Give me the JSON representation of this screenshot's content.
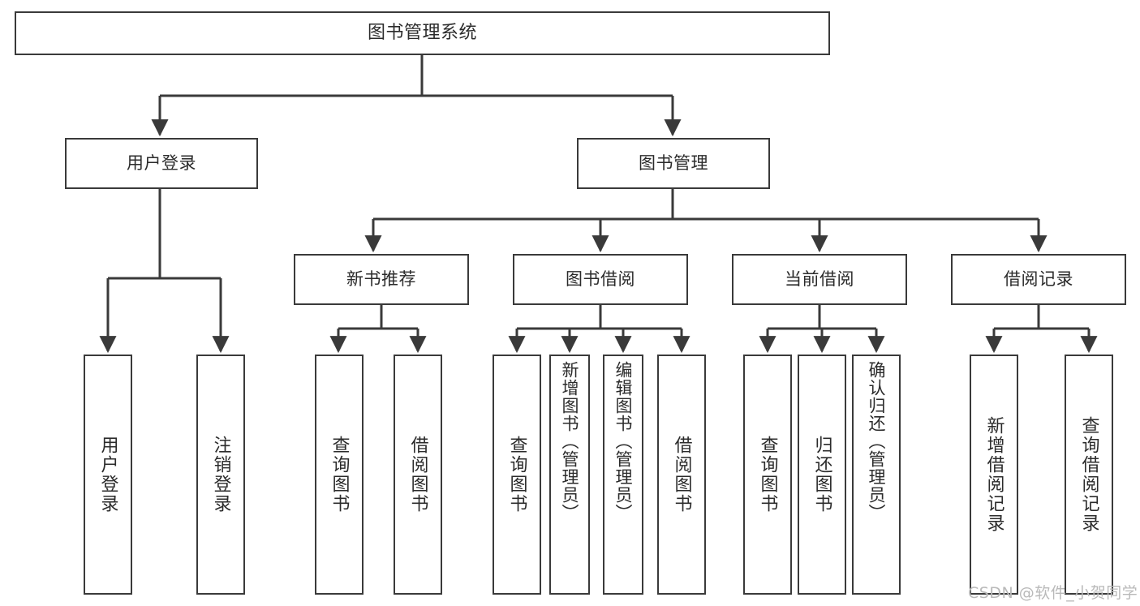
{
  "diagram": {
    "title": "图书管理系统",
    "type": "hierarchy-tree",
    "background_color": "#ffffff",
    "border_color": "#3a3a3a",
    "text_color": "#2b2b2b"
  },
  "nodes": {
    "root": {
      "label": "图书管理系统",
      "level": 1
    },
    "level2": [
      {
        "id": "user-login",
        "label": "用户登录"
      },
      {
        "id": "book-manage",
        "label": "图书管理"
      }
    ],
    "level3": [
      {
        "id": "new-book-recommend",
        "label": "新书推荐"
      },
      {
        "id": "book-borrow",
        "label": "图书借阅"
      },
      {
        "id": "current-borrow",
        "label": "当前借阅"
      },
      {
        "id": "borrow-record",
        "label": "借阅记录"
      }
    ],
    "leaves": {
      "user_login": [
        {
          "id": "leaf-user-login",
          "label": "用户登录"
        },
        {
          "id": "leaf-logout-login",
          "label": "注销登录"
        }
      ],
      "new_book_recommend": [
        {
          "id": "leaf-query-book-1",
          "label": "查询图书"
        },
        {
          "id": "leaf-borrow-book-1",
          "label": "借阅图书"
        }
      ],
      "book_borrow": [
        {
          "id": "leaf-query-book-2",
          "label": "查询图书"
        },
        {
          "id": "leaf-add-book",
          "label": "新增图书（管理员）"
        },
        {
          "id": "leaf-edit-book",
          "label": "编辑图书（管理员）"
        },
        {
          "id": "leaf-borrow-book-2",
          "label": "借阅图书"
        }
      ],
      "current_borrow": [
        {
          "id": "leaf-query-book-3",
          "label": "查询图书"
        },
        {
          "id": "leaf-return-book",
          "label": "归还图书"
        },
        {
          "id": "leaf-confirm-return",
          "label": "确认归还（管理员）"
        }
      ],
      "borrow_record": [
        {
          "id": "leaf-add-record",
          "label": "新增借阅记录"
        },
        {
          "id": "leaf-query-record",
          "label": "查询借阅记录"
        }
      ]
    }
  },
  "watermark": {
    "text": "CSDN @软件_小贺同学"
  }
}
